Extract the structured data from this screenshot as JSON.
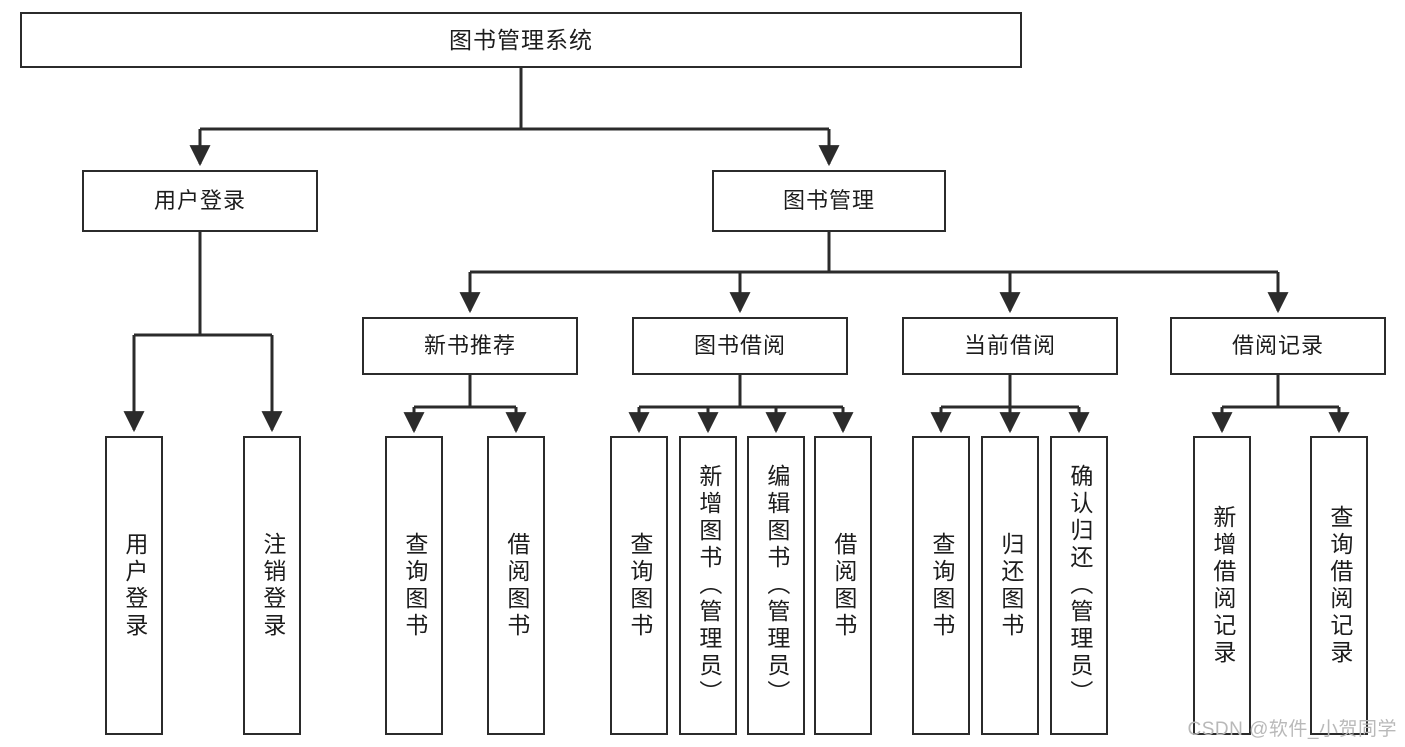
{
  "diagram": {
    "title": "图书管理系统",
    "type": "tree-hierarchy",
    "watermark": "CSDN @软件_小贺同学",
    "colors": {
      "stroke": "#2b2b2b",
      "fill": "#ffffff",
      "text": "#1c1c1c",
      "watermark": "#b9b9b9"
    }
  },
  "nodes": {
    "root": {
      "label": "图书管理系统"
    },
    "level2": [
      {
        "id": "user-login",
        "label": "用户登录"
      },
      {
        "id": "book-manage",
        "label": "图书管理"
      }
    ],
    "level3": [
      {
        "id": "new-book-recommend",
        "label": "新书推荐"
      },
      {
        "id": "book-borrow",
        "label": "图书借阅"
      },
      {
        "id": "current-borrow",
        "label": "当前借阅"
      },
      {
        "id": "borrow-record",
        "label": "借阅记录"
      }
    ],
    "leaves": {
      "user_login": [
        {
          "id": "leaf-user-login",
          "label": "用户登录"
        },
        {
          "id": "leaf-logout-login",
          "label": "注销登录"
        }
      ],
      "new_book_recommend": [
        {
          "id": "leaf-query-book-1",
          "label": "查询图书"
        },
        {
          "id": "leaf-borrow-book-1",
          "label": "借阅图书"
        }
      ],
      "book_borrow": [
        {
          "id": "leaf-query-book-2",
          "label": "查询图书"
        },
        {
          "id": "leaf-add-book",
          "label": "新增图书（管理员）"
        },
        {
          "id": "leaf-edit-book",
          "label": "编辑图书（管理员）"
        },
        {
          "id": "leaf-borrow-book-2",
          "label": "借阅图书"
        }
      ],
      "current_borrow": [
        {
          "id": "leaf-query-book-3",
          "label": "查询图书"
        },
        {
          "id": "leaf-return-book",
          "label": "归还图书"
        },
        {
          "id": "leaf-confirm-return",
          "label": "确认归还（管理员）"
        }
      ],
      "borrow_record": [
        {
          "id": "leaf-add-record",
          "label": "新增借阅记录"
        },
        {
          "id": "leaf-query-record",
          "label": "查询借阅记录"
        }
      ]
    }
  },
  "edges": [
    {
      "from": "图书管理系统",
      "to": "用户登录"
    },
    {
      "from": "图书管理系统",
      "to": "图书管理"
    },
    {
      "from": "用户登录",
      "to": "用户登录"
    },
    {
      "from": "用户登录",
      "to": "注销登录"
    },
    {
      "from": "图书管理",
      "to": "新书推荐"
    },
    {
      "from": "图书管理",
      "to": "图书借阅"
    },
    {
      "from": "图书管理",
      "to": "当前借阅"
    },
    {
      "from": "图书管理",
      "to": "借阅记录"
    },
    {
      "from": "新书推荐",
      "to": "查询图书"
    },
    {
      "from": "新书推荐",
      "to": "借阅图书"
    },
    {
      "from": "图书借阅",
      "to": "查询图书"
    },
    {
      "from": "图书借阅",
      "to": "新增图书（管理员）"
    },
    {
      "from": "图书借阅",
      "to": "编辑图书（管理员）"
    },
    {
      "from": "图书借阅",
      "to": "借阅图书"
    },
    {
      "from": "当前借阅",
      "to": "查询图书"
    },
    {
      "from": "当前借阅",
      "to": "归还图书"
    },
    {
      "from": "当前借阅",
      "to": "确认归还（管理员）"
    },
    {
      "from": "借阅记录",
      "to": "新增借阅记录"
    },
    {
      "from": "借阅记录",
      "to": "查询借阅记录"
    }
  ]
}
